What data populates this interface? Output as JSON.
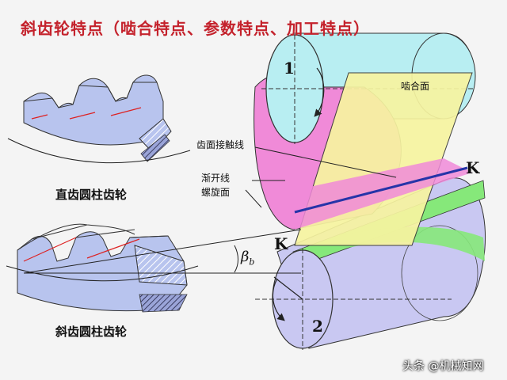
{
  "title": "斜齿轮特点（啮合特点、参数特点、加工特点）",
  "captions": {
    "spur": "直齿圆柱齿轮",
    "helical": "斜齿圆柱齿轮"
  },
  "labels": {
    "mesh_plane": "啮合面",
    "contact_line": "齿面接触线",
    "involute_line1": "渐开线",
    "involute_line2": "螺旋面",
    "point_k_upper": "K",
    "point_k_lower": "K",
    "gear1": "1",
    "gear2": "2",
    "angle": "β",
    "angle_sub": "b"
  },
  "watermark": "头条 @机械知网",
  "colors": {
    "title": "#c4222c",
    "gear_blue": "#b8c4ee",
    "cyan": "#b8eef2",
    "pink": "#f08ad8",
    "yellow_plane": "#f7f4a0",
    "green": "#86e87a",
    "lavender": "#c9c8f2"
  }
}
